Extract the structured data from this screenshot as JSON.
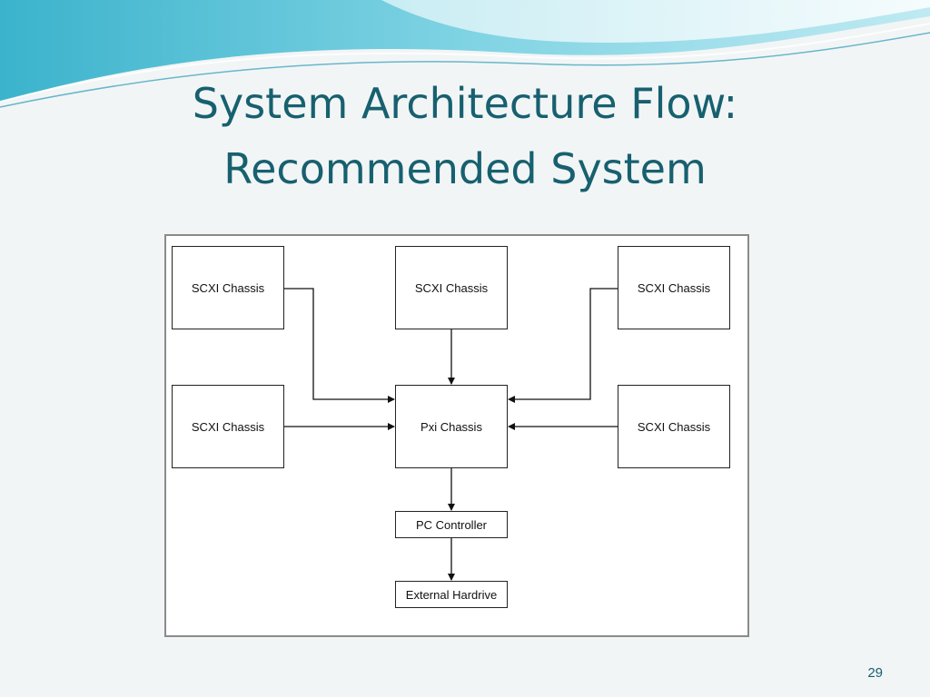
{
  "slide": {
    "title_line1": "System Architecture Flow:",
    "title_line2": "Recommended System",
    "page_number": "29",
    "colors": {
      "title": "#17606f",
      "wave_dark": "#2aa5c2",
      "wave_light": "#a9e3ee",
      "background": "#f2f5f6"
    }
  },
  "diagram": {
    "nodes": {
      "scxi_top_left": "SCXI Chassis",
      "scxi_top_center": "SCXI Chassis",
      "scxi_top_right": "SCXI Chassis",
      "scxi_mid_left": "SCXI Chassis",
      "pxi": "Pxi Chassis",
      "scxi_mid_right": "SCXI Chassis",
      "pc_controller": "PC Controller",
      "external_hardrive": "External Hardrive"
    },
    "edges": [
      [
        "scxi_top_left",
        "pxi"
      ],
      [
        "scxi_top_center",
        "pxi"
      ],
      [
        "scxi_top_right",
        "pxi"
      ],
      [
        "scxi_mid_left",
        "pxi"
      ],
      [
        "scxi_mid_right",
        "pxi"
      ],
      [
        "pxi",
        "pc_controller"
      ],
      [
        "pc_controller",
        "external_hardrive"
      ]
    ]
  }
}
